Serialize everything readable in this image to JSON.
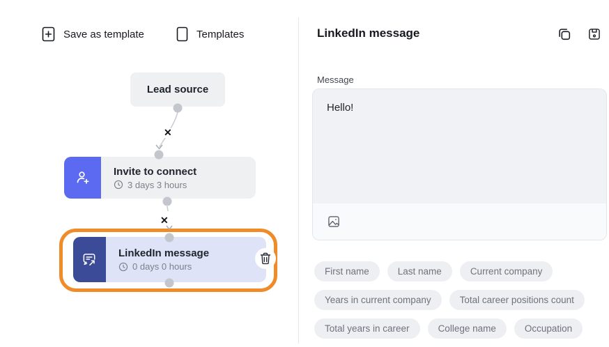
{
  "toolbar": {
    "save_as_template_label": "Save as template",
    "templates_label": "Templates"
  },
  "flow": {
    "lead_source": {
      "title": "Lead source"
    },
    "invite_to_connect": {
      "title": "Invite to connect",
      "delay": "3 days 3 hours"
    },
    "linkedin_message": {
      "title": "LinkedIn message",
      "delay": "0 days 0 hours"
    }
  },
  "editor": {
    "title": "LinkedIn message",
    "message_label": "Message",
    "message_text": "Hello!",
    "placeholder_rows": [
      [
        "First name",
        "Last name",
        "Current company"
      ],
      [
        "Years in current company",
        "Total career positions count"
      ],
      [
        "Total years in career",
        "College name",
        "Occupation"
      ]
    ]
  },
  "colors": {
    "accent_blue": "#5b6af0",
    "accent_navy": "#3c4b97",
    "node_lavender": "#dfe3f8",
    "node_gray": "#eef0f2",
    "selection_orange": "#ef8b28",
    "connector_gray": "#c3c7cd"
  }
}
